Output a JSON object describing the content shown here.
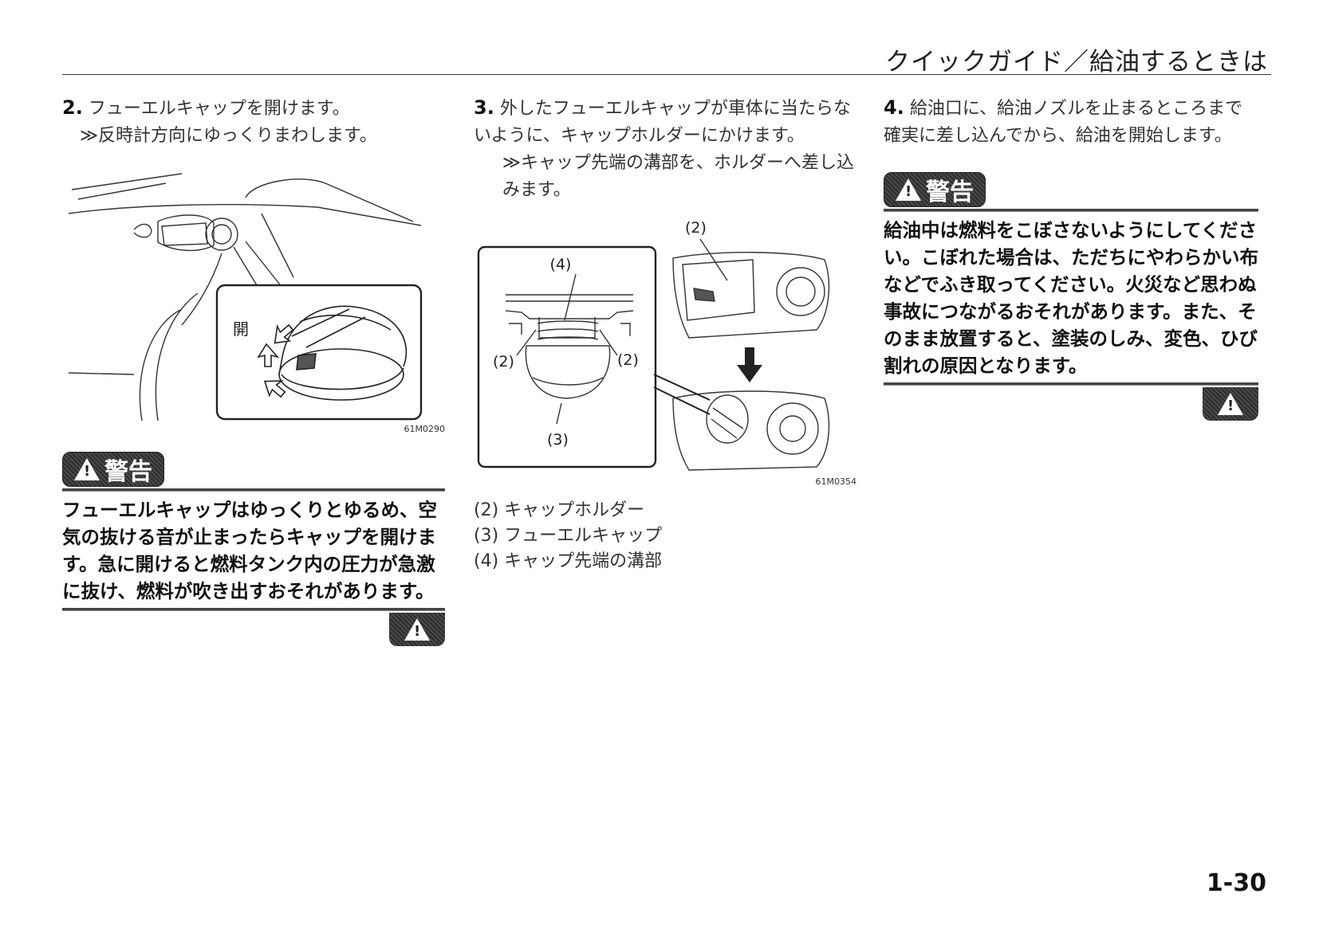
{
  "header": {
    "title": "クイックガイド／給油するときは"
  },
  "step2": {
    "number": "2.",
    "text": "フューエルキャップを開けます。",
    "note": "≫反時計方向にゆっくりまわします。",
    "figure": {
      "open_label": "開",
      "code": "61M0290"
    }
  },
  "warning1": {
    "badge_label": "警告",
    "text": "フューエルキャップはゆっくりとゆるめ、空気の抜ける音が止まったらキャップを開けます。急に開けると燃料タンク内の圧力が急激に抜け、燃料が吹き出すおそれがあります。"
  },
  "step3": {
    "number": "3.",
    "text": "外したフューエルキャップが車体に当たらないように、キャップホルダーにかけます。",
    "note": "≫キャップ先端の溝部を、ホルダーへ差し込みます。",
    "figure": {
      "code": "61M0354",
      "callouts": [
        "(2)",
        "(4)",
        "(2)",
        "(2)",
        "(3)"
      ]
    },
    "legend": [
      "(2) キャップホルダー",
      "(3) フューエルキャップ",
      "(4) キャップ先端の溝部"
    ]
  },
  "step4": {
    "number": "4.",
    "text": "給油口に、給油ノズルを止まるところまで確実に差し込んでから、給油を開始します。"
  },
  "warning2": {
    "badge_label": "警告",
    "text": "給油中は燃料をこぼさないようにしてください。こぼれた場合は、ただちにやわらかい布などでふき取ってください。火災など思わぬ事故につながるおそれがあります。また、そのまま放置すると、塗装のしみ、変色、ひび割れの原因となります。"
  },
  "page_number": "1-30"
}
